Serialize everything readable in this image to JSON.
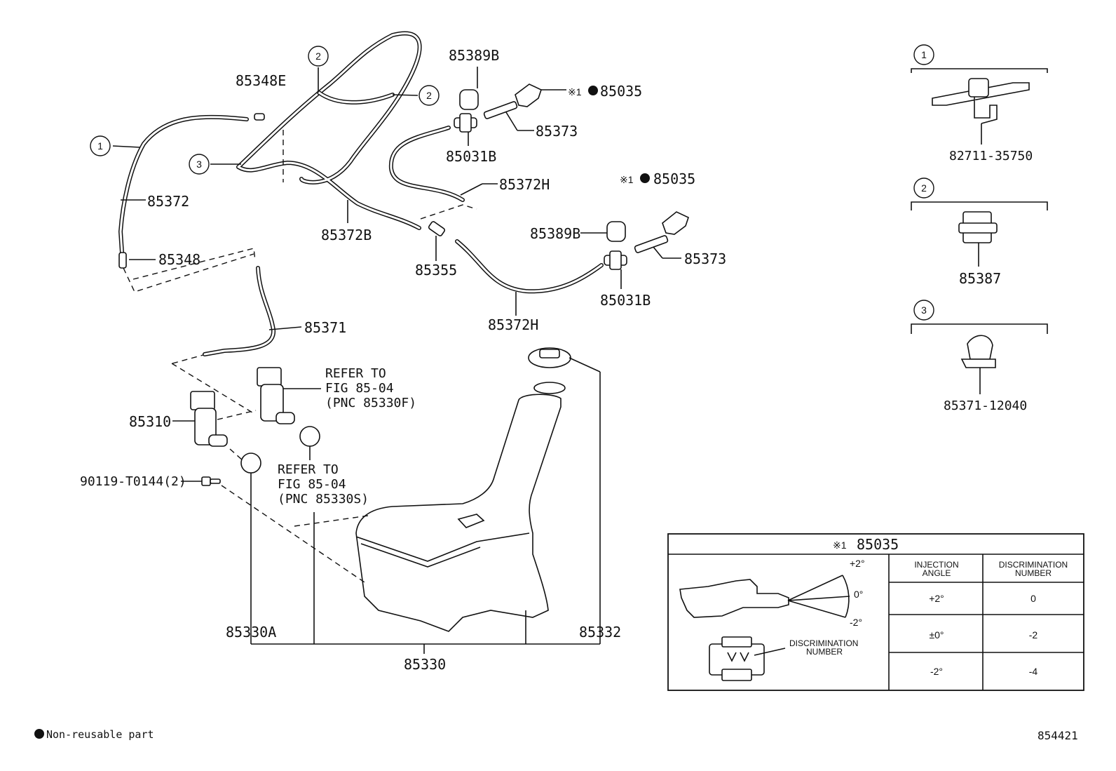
{
  "labels": {
    "p85348E": "85348E",
    "p85372": "85372",
    "p85348": "85348",
    "p85371": "85371",
    "p85372B": "85372B",
    "p85389B_a": "85389B",
    "p85035_a": "85035",
    "p85373_a": "85373",
    "p85031B_a": "85031B",
    "p85372H_a": "85372H",
    "p85035_b": "85035",
    "p85389B_b": "85389B",
    "p85373_b": "85373",
    "p85355": "85355",
    "p85031B_b": "85031B",
    "p85372H_b": "85372H",
    "p85310": "85310",
    "p90119": "90119-T0144(2)",
    "p85330A": "85330A",
    "p85330": "85330",
    "p85332": "85332",
    "refer1_line1": "REFER TO",
    "refer1_line2": "FIG 85-04",
    "refer1_line3": "(PNC 85330F)",
    "refer2_line1": "REFER TO",
    "refer2_line2": "FIG 85-04",
    "refer2_line3": "(PNC 85330S)",
    "note_mark": "※1",
    "callout1": "1",
    "callout2": "2",
    "callout3": "3"
  },
  "sidebar": {
    "c1_num": "1",
    "c1_part": "82711-35750",
    "c2_num": "2",
    "c2_part": "85387",
    "c3_num": "3",
    "c3_part": "85371-12040"
  },
  "table": {
    "title_mark": "※1",
    "title_part": "85035",
    "col1_line1": "INJECTION",
    "col1_line2": "ANGLE",
    "col2_line1": "DISCRIMINATION",
    "col2_line2": "NUMBER",
    "rows": [
      {
        "angle": "+2°",
        "number": "0"
      },
      {
        "angle": "±0°",
        "number": "-2"
      },
      {
        "angle": "-2°",
        "number": "-4"
      }
    ],
    "angle_top": "+2°",
    "angle_mid": "0°",
    "angle_bot": "-2°",
    "disc_line1": "DISCRIMINATION",
    "disc_line2": "NUMBER"
  },
  "footer": {
    "legend_text": "Non-reusable part",
    "fig_number": "854421"
  }
}
